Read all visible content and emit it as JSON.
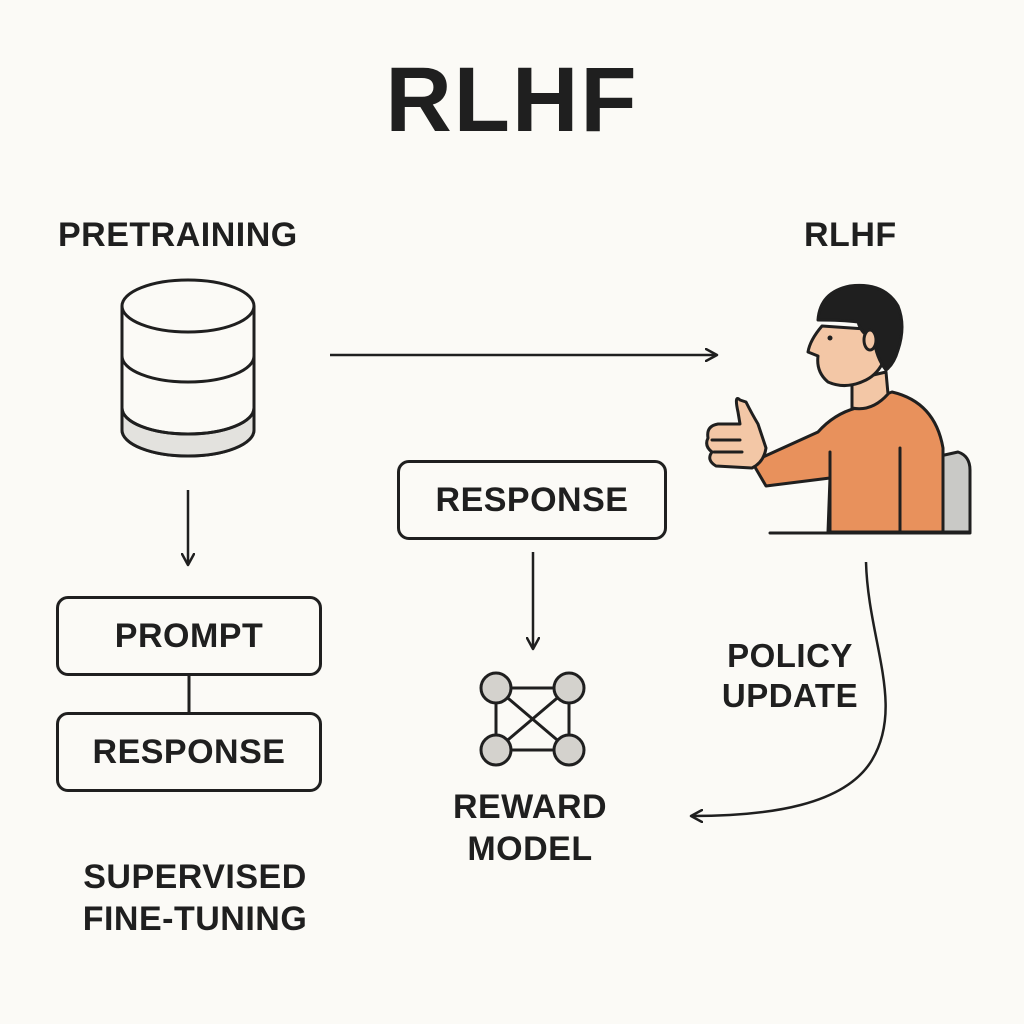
{
  "title": "RLHF",
  "stages": {
    "pretraining": "PRETRAINING",
    "rlhf": "RLHF",
    "supervised_fine_tuning": [
      "SUPERVISED",
      "FINE-TUNING"
    ]
  },
  "sft_boxes": {
    "prompt": "PROMPT",
    "response": "RESPONSE"
  },
  "reward": {
    "response": "RESPONSE",
    "model_label": [
      "REWARD",
      "MODEL"
    ]
  },
  "feedback": {
    "policy_update": [
      "POLICY",
      "UPDATE"
    ]
  },
  "icons": {
    "dataset": "database-icon",
    "human": "human-feedback-thumbs-up-icon",
    "reward_model": "network-graph-icon"
  },
  "colors": {
    "background": "#fbfaf6",
    "stroke": "#1f1f1f",
    "shirt": "#e8915c",
    "skin": "#f3c7a6",
    "hair": "#1f1f1f",
    "chair": "#c9c9c6",
    "node": "#d4d2cd",
    "database_bottom": "#e3e2de"
  }
}
